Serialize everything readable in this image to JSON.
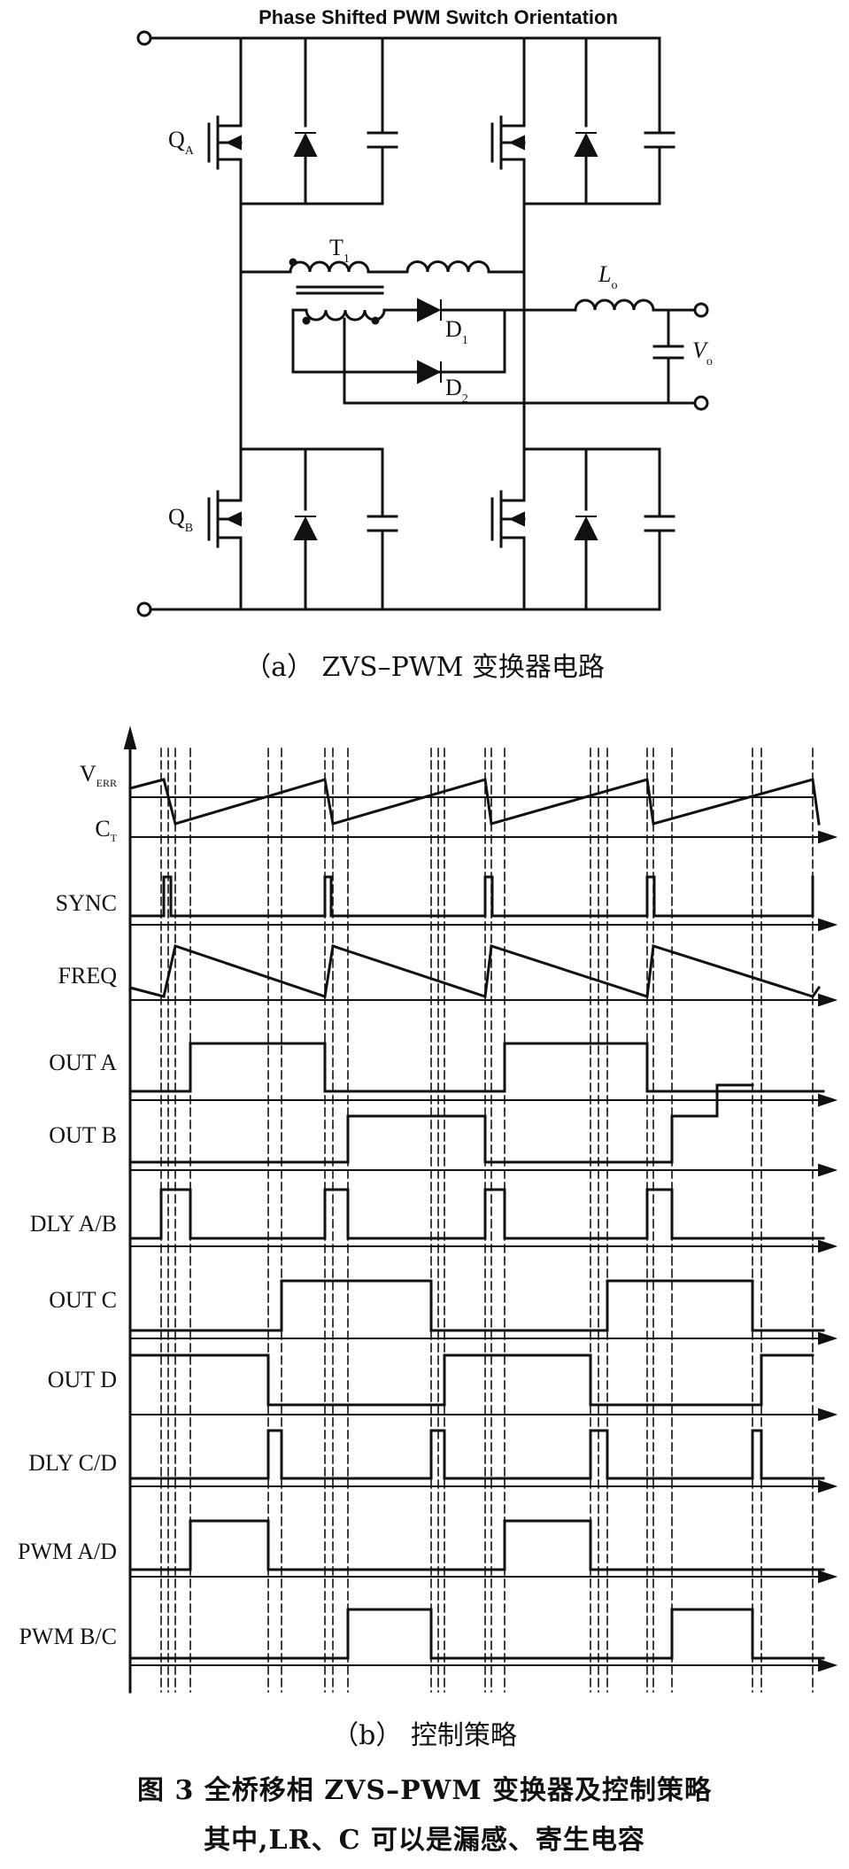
{
  "circuit": {
    "title": "Phase Shifted PWM Switch Orientation",
    "labels": {
      "qa_main": "Q",
      "qa_sub": "A",
      "qb_main": "Q",
      "qb_sub": "B",
      "t1_main": "T",
      "t1_sub": "1",
      "d1_main": "D",
      "d1_sub": "1",
      "d2_main": "D",
      "d2_sub": "2",
      "lo_main": "L",
      "lo_sub": "o",
      "vo_main": "V",
      "vo_sub": "o"
    }
  },
  "timing": {
    "signals": [
      {
        "name": "V",
        "sub": "ERR"
      },
      {
        "name": "C",
        "sub": "T"
      },
      {
        "name": "SYNC",
        "sub": ""
      },
      {
        "name": "FREQ",
        "sub": ""
      },
      {
        "name": "OUT A",
        "sub": ""
      },
      {
        "name": "OUT B",
        "sub": ""
      },
      {
        "name": "DLY A/B",
        "sub": ""
      },
      {
        "name": "OUT C",
        "sub": ""
      },
      {
        "name": "OUT D",
        "sub": ""
      },
      {
        "name": "DLY C/D",
        "sub": ""
      },
      {
        "name": "PWM A/D",
        "sub": ""
      },
      {
        "name": "PWM B/C",
        "sub": ""
      }
    ]
  },
  "captions": {
    "a": "（a）  ZVS–PWM 变换器电路",
    "b": "（b）  控制策略",
    "figure": "图 3   全桥移相 ZVS–PWM 变换器及控制策略",
    "note": "其中,LR、C 可以是漏感、寄生电容"
  }
}
